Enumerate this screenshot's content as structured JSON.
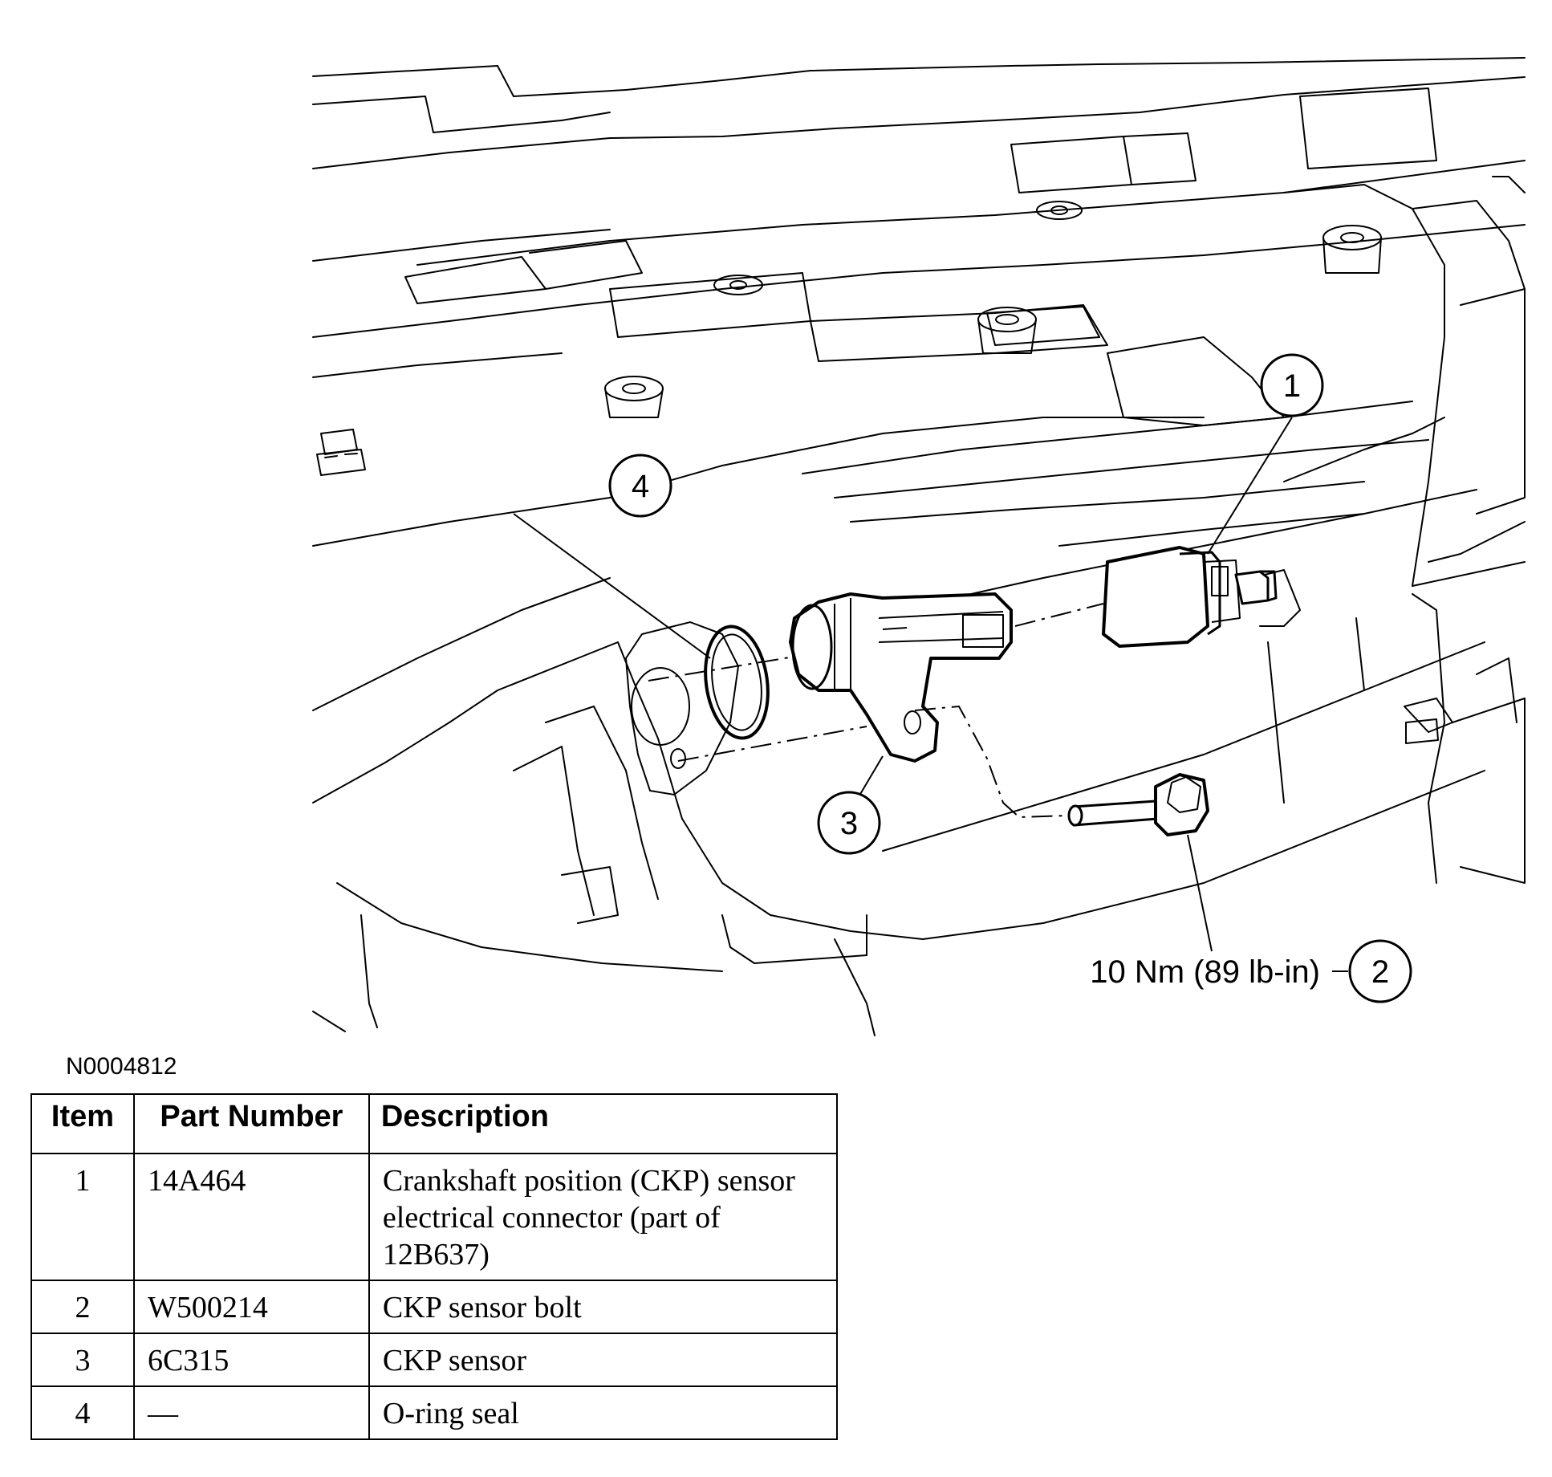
{
  "diagram": {
    "figure_id": "N0004812",
    "callouts": [
      {
        "number": "1"
      },
      {
        "number": "2",
        "torque": "10 Nm (89 lb-in)"
      },
      {
        "number": "3"
      },
      {
        "number": "4"
      }
    ]
  },
  "table": {
    "headers": [
      "Item",
      "Part Number",
      "Description"
    ],
    "rows": [
      {
        "item": "1",
        "part_number": "14A464",
        "description": "Crankshaft position (CKP) sensor electrical connector (part of 12B637)"
      },
      {
        "item": "2",
        "part_number": "W500214",
        "description": "CKP sensor bolt"
      },
      {
        "item": "3",
        "part_number": "6C315",
        "description": "CKP sensor"
      },
      {
        "item": "4",
        "part_number": "—",
        "description": "O-ring seal"
      }
    ]
  }
}
